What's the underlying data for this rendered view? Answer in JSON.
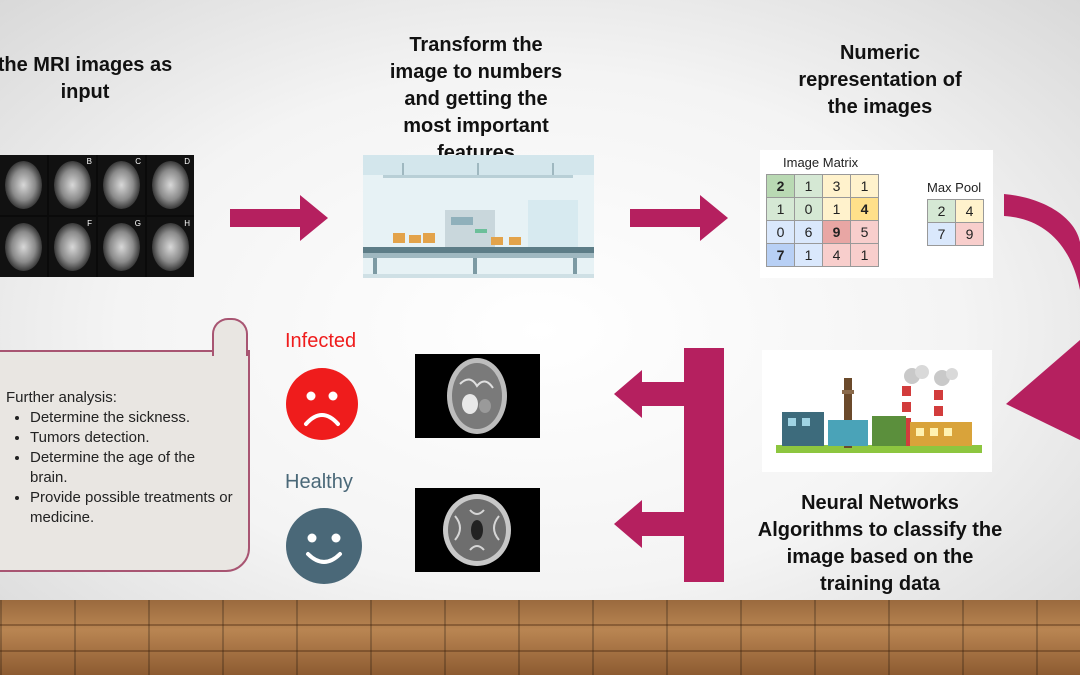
{
  "titles": {
    "input_line1": "the MRI images as",
    "input_line2": "input",
    "transform_line1": "Transform the",
    "transform_line2": "image to numbers",
    "transform_line3": "and getting the",
    "transform_line4": "most important",
    "transform_line5": "features",
    "numeric_line1": "Numeric",
    "numeric_line2": "representation of",
    "numeric_line3": "the images",
    "nn_line1": "Neural Networks",
    "nn_line2": "Algorithms to classify the",
    "nn_line3": "image based on the",
    "nn_line4": "training data"
  },
  "mri_labels": [
    "",
    "B",
    "C",
    "D",
    "",
    "F",
    "G",
    "H"
  ],
  "matrix": {
    "image_title": "Image Matrix",
    "pool_title": "Max Pool",
    "image_rows": [
      [
        "2",
        "1",
        "3",
        "1"
      ],
      [
        "1",
        "0",
        "1",
        "4"
      ],
      [
        "0",
        "6",
        "9",
        "5"
      ],
      [
        "7",
        "1",
        "4",
        "1"
      ]
    ],
    "pool_rows": [
      [
        "2",
        "4"
      ],
      [
        "7",
        "9"
      ]
    ],
    "colors": {
      "green": "#d5e8d4",
      "yellow": "#fff2cc",
      "blue": "#dae8fc",
      "red": "#f8cecc",
      "green_strong": "#b9d9b3",
      "yellow_strong": "#ffe08a",
      "blue_strong": "#b8d0f5",
      "red_strong": "#e8a6a4"
    }
  },
  "analysis": {
    "heading": "Further analysis:",
    "items": [
      "Determine the sickness.",
      "Tumors detection.",
      "Determine the age of the brain.",
      "Provide possible treatments or medicine."
    ]
  },
  "status": {
    "infected_label": "Infected",
    "healthy_label": "Healthy",
    "infected_color": "#ef1c1c",
    "healthy_color": "#4a6878"
  },
  "colors": {
    "arrow": "#b5205f"
  }
}
